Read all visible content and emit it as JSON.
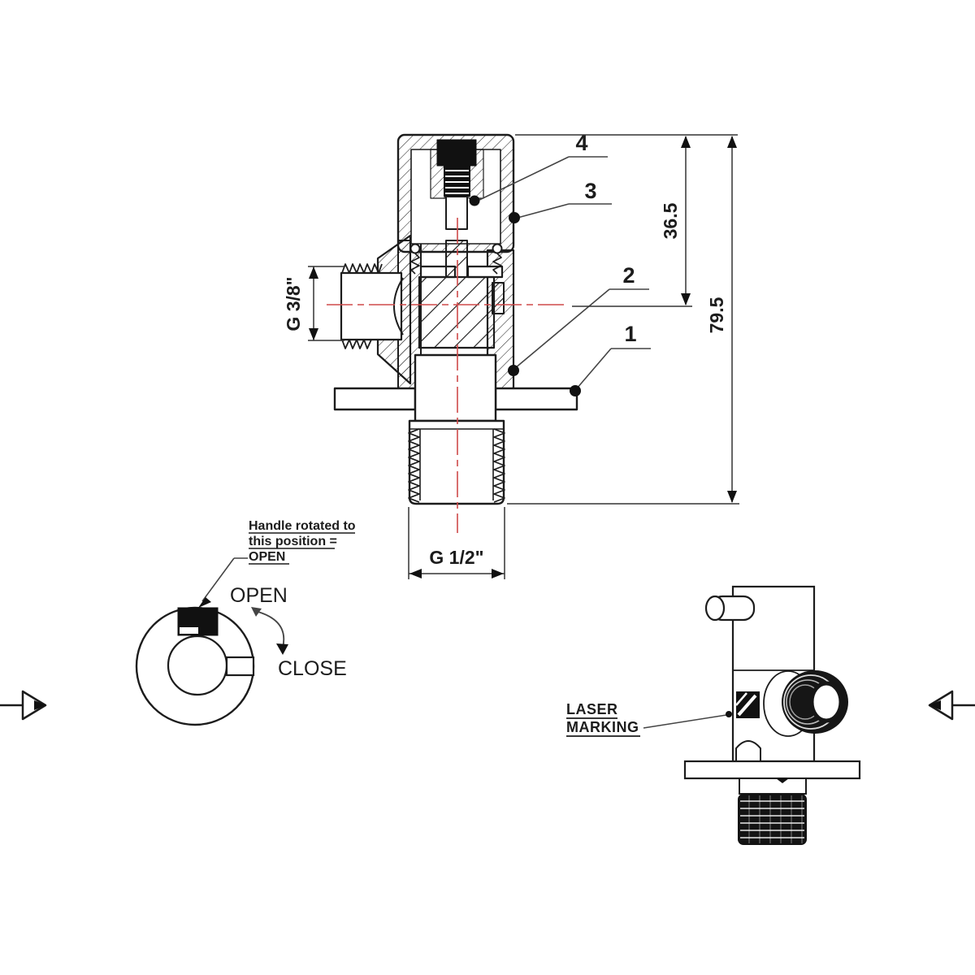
{
  "drawing": {
    "type": "technical-drawing-angle-valve",
    "colors": {
      "line": "#1c1c1c",
      "centerline": "#cf4a4a",
      "paper": "#ffffff"
    },
    "main_view": {
      "dims": {
        "upper_height": "36.5",
        "total_height": "79.5",
        "side_port": "G 3/8\"",
        "bottom_port": "G 1/2\""
      },
      "callouts": {
        "c1": "1",
        "c2": "2",
        "c3": "3",
        "c4": "4"
      }
    },
    "top_view": {
      "note1": "Handle rotated to",
      "note2": "this position =",
      "note3": "OPEN",
      "open_label": "OPEN",
      "close_label": "CLOSE"
    },
    "side_view": {
      "laser1": "LASER",
      "laser2": "MARKING"
    }
  }
}
